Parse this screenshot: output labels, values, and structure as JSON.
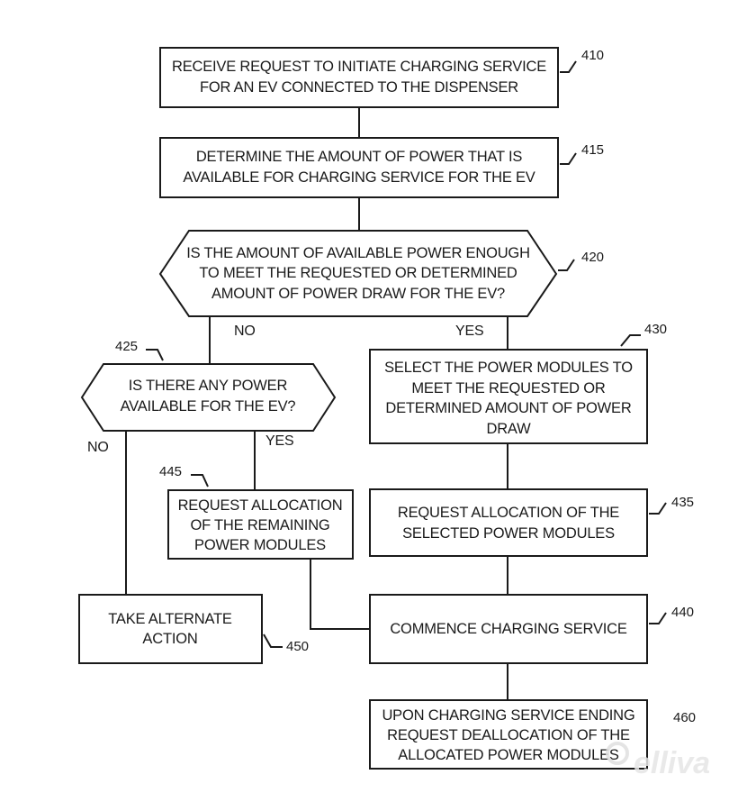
{
  "steps": {
    "s410": {
      "ref": "410",
      "lines": [
        "RECEIVE REQUEST TO INITIATE CHARGING SERVICE",
        "FOR AN EV CONNECTED TO THE DISPENSER"
      ]
    },
    "s415": {
      "ref": "415",
      "lines": [
        "DETERMINE THE AMOUNT OF POWER THAT IS",
        "AVAILABLE FOR CHARGING SERVICE FOR THE EV"
      ]
    },
    "s420": {
      "ref": "420",
      "lines": [
        "IS THE AMOUNT OF AVAILABLE POWER ENOUGH",
        "TO MEET THE REQUESTED OR DETERMINED",
        "AMOUNT OF POWER DRAW FOR THE EV?"
      ]
    },
    "s425": {
      "ref": "425",
      "lines": [
        "IS THERE ANY POWER",
        "AVAILABLE FOR THE EV?"
      ]
    },
    "s430": {
      "ref": "430",
      "lines": [
        "SELECT THE POWER MODULES TO",
        "MEET THE REQUESTED OR",
        "DETERMINED AMOUNT OF POWER",
        "DRAW"
      ]
    },
    "s435": {
      "ref": "435",
      "lines": [
        "REQUEST ALLOCATION OF THE",
        "SELECTED POWER MODULES"
      ]
    },
    "s440": {
      "ref": "440",
      "lines": [
        "COMMENCE CHARGING SERVICE"
      ]
    },
    "s445": {
      "ref": "445",
      "lines": [
        "REQUEST ALLOCATION",
        "OF THE REMAINING",
        "POWER MODULES"
      ]
    },
    "s450": {
      "ref": "450",
      "lines": [
        "TAKE ALTERNATE",
        "ACTION"
      ]
    },
    "s460": {
      "ref": "460",
      "lines": [
        "UPON CHARGING SERVICE ENDING",
        "REQUEST DEALLOCATION OF THE",
        "ALLOCATED POWER MODULES"
      ]
    }
  },
  "branches": {
    "no_420": "NO",
    "yes_420": "YES",
    "no_425": "NO",
    "yes_425": "YES"
  },
  "watermark": "elliva"
}
